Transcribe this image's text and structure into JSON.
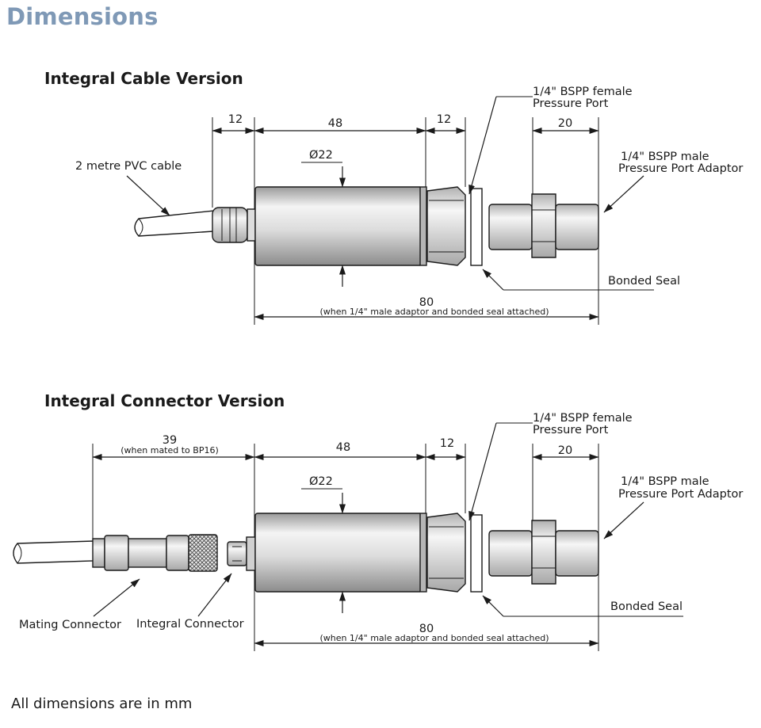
{
  "page": {
    "title": "Dimensions",
    "footer_note": "All dimensions are in mm"
  },
  "cable_version": {
    "heading": "Integral Cable Version",
    "dim_gland": "12",
    "dim_body": "48",
    "dim_hex": "12",
    "dim_adaptor": "20",
    "diameter": "Ø22",
    "overall": "80",
    "overall_note": "(when 1/4\" male adaptor and bonded seal attached)",
    "label_cable": "2 metre PVC cable",
    "label_female_1": "1/4\" BSPP female",
    "label_female_2": "Pressure Port",
    "label_male_1": "1/4\" BSPP male",
    "label_male_2": "Pressure Port Adaptor",
    "label_seal": "Bonded Seal"
  },
  "connector_version": {
    "heading": "Integral Connector Version",
    "dim_connector": "39",
    "dim_connector_note": "(when mated to BP16)",
    "dim_body": "48",
    "dim_hex": "12",
    "dim_adaptor": "20",
    "diameter": "Ø22",
    "overall": "80",
    "overall_note": "(when 1/4\" male adaptor and bonded seal attached)",
    "label_female_1": "1/4\" BSPP female",
    "label_female_2": "Pressure Port",
    "label_male_1": "1/4\" BSPP male",
    "label_male_2": "Pressure Port Adaptor",
    "label_seal": "Bonded Seal",
    "label_mating": "Mating Connector",
    "label_integral": "Integral Connector"
  },
  "colors": {
    "title": "#7f99b6",
    "body_light": "#f0f0f0",
    "body_dark": "#9a9a9a"
  }
}
